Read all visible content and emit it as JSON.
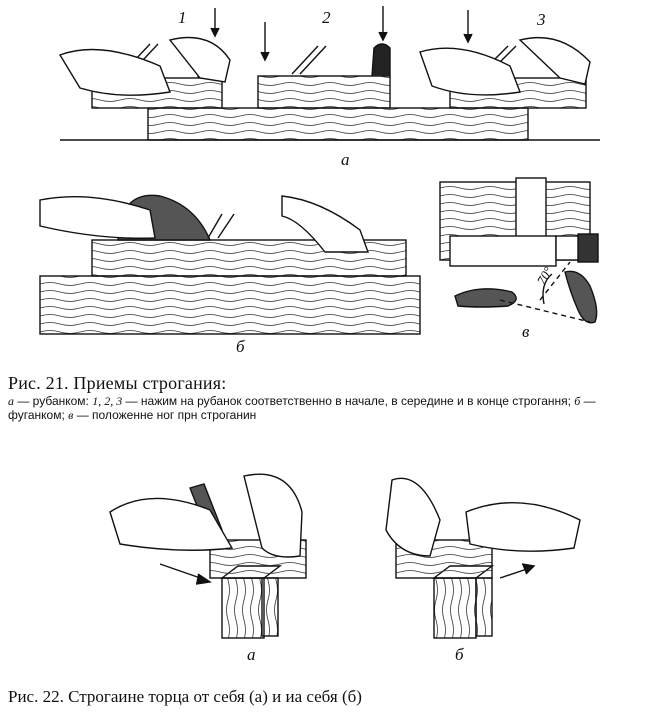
{
  "fig21": {
    "labels": {
      "n1": "1",
      "n2": "2",
      "n3": "3",
      "a": "а",
      "b": "б",
      "v": "в",
      "angle": "70°"
    },
    "caption_title": "Рис. 21. Приемы строгания:",
    "caption_a_letter": "а",
    "caption_a_text": " — рубанком: ",
    "caption_nums": "1, 2, 3",
    "caption_rest1": " — нажим на рубанок соответственно в начале, в середине и в конце строгання; ",
    "caption_b_letter": "б",
    "caption_rest2": " — фуганком; ",
    "caption_v_letter": "в",
    "caption_rest3": " — положенне ног прн строганин"
  },
  "fig22": {
    "labels": {
      "a": "а",
      "b": "б"
    },
    "caption": "Рис. 22. Строгаине торца от себя (а) и иа себя (б)"
  }
}
